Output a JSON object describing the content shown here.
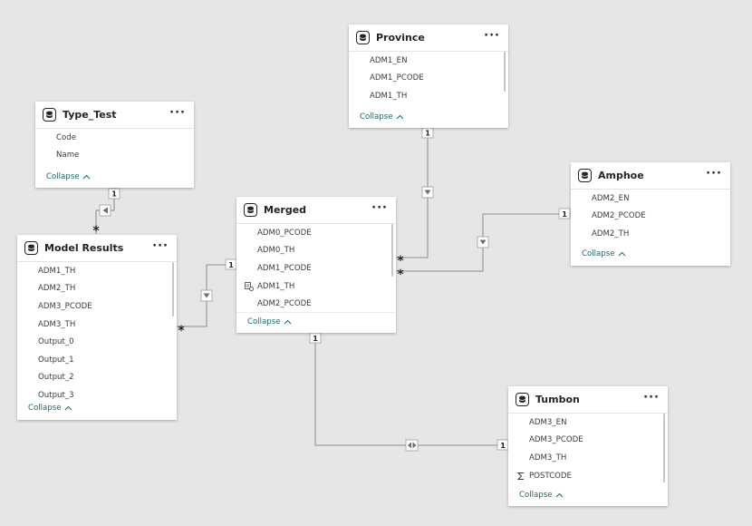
{
  "tables": {
    "province": {
      "title": "Province",
      "more": "···",
      "fields": [
        "ADM1_EN",
        "ADM1_PCODE",
        "ADM1_TH"
      ],
      "collapse": "Collapse"
    },
    "type_test": {
      "title": "Type_Test",
      "more": "···",
      "fields": [
        "Code",
        "Name"
      ],
      "collapse": "Collapse"
    },
    "merged": {
      "title": "Merged",
      "more": "···",
      "fields": [
        "ADM0_PCODE",
        "ADM0_TH",
        "ADM1_PCODE",
        "ADM1_TH",
        "ADM2_PCODE"
      ],
      "field_icons": {
        "3": "hierarchy-icon"
      },
      "collapse": "Collapse"
    },
    "amphoe": {
      "title": "Amphoe",
      "more": "···",
      "fields": [
        "ADM2_EN",
        "ADM2_PCODE",
        "ADM2_TH"
      ],
      "collapse": "Collapse"
    },
    "model_results": {
      "title": "Model Results",
      "more": "···",
      "fields": [
        "ADM1_TH",
        "ADM2_TH",
        "ADM3_PCODE",
        "ADM3_TH",
        "Output_0",
        "Output_1",
        "Output_2",
        "Output_3"
      ],
      "collapse": "Collapse"
    },
    "tumbon": {
      "title": "Tumbon",
      "more": "···",
      "fields": [
        "ADM3_EN",
        "ADM3_PCODE",
        "ADM3_TH",
        "POSTCODE"
      ],
      "field_icons": {
        "3": "sigma-icon"
      },
      "collapse": "Collapse"
    }
  },
  "relationships": {
    "one": "1",
    "many": "*"
  },
  "colors": {
    "background": "#e6e6e6",
    "line": "#a19f9d",
    "accent": "#136c6c"
  }
}
